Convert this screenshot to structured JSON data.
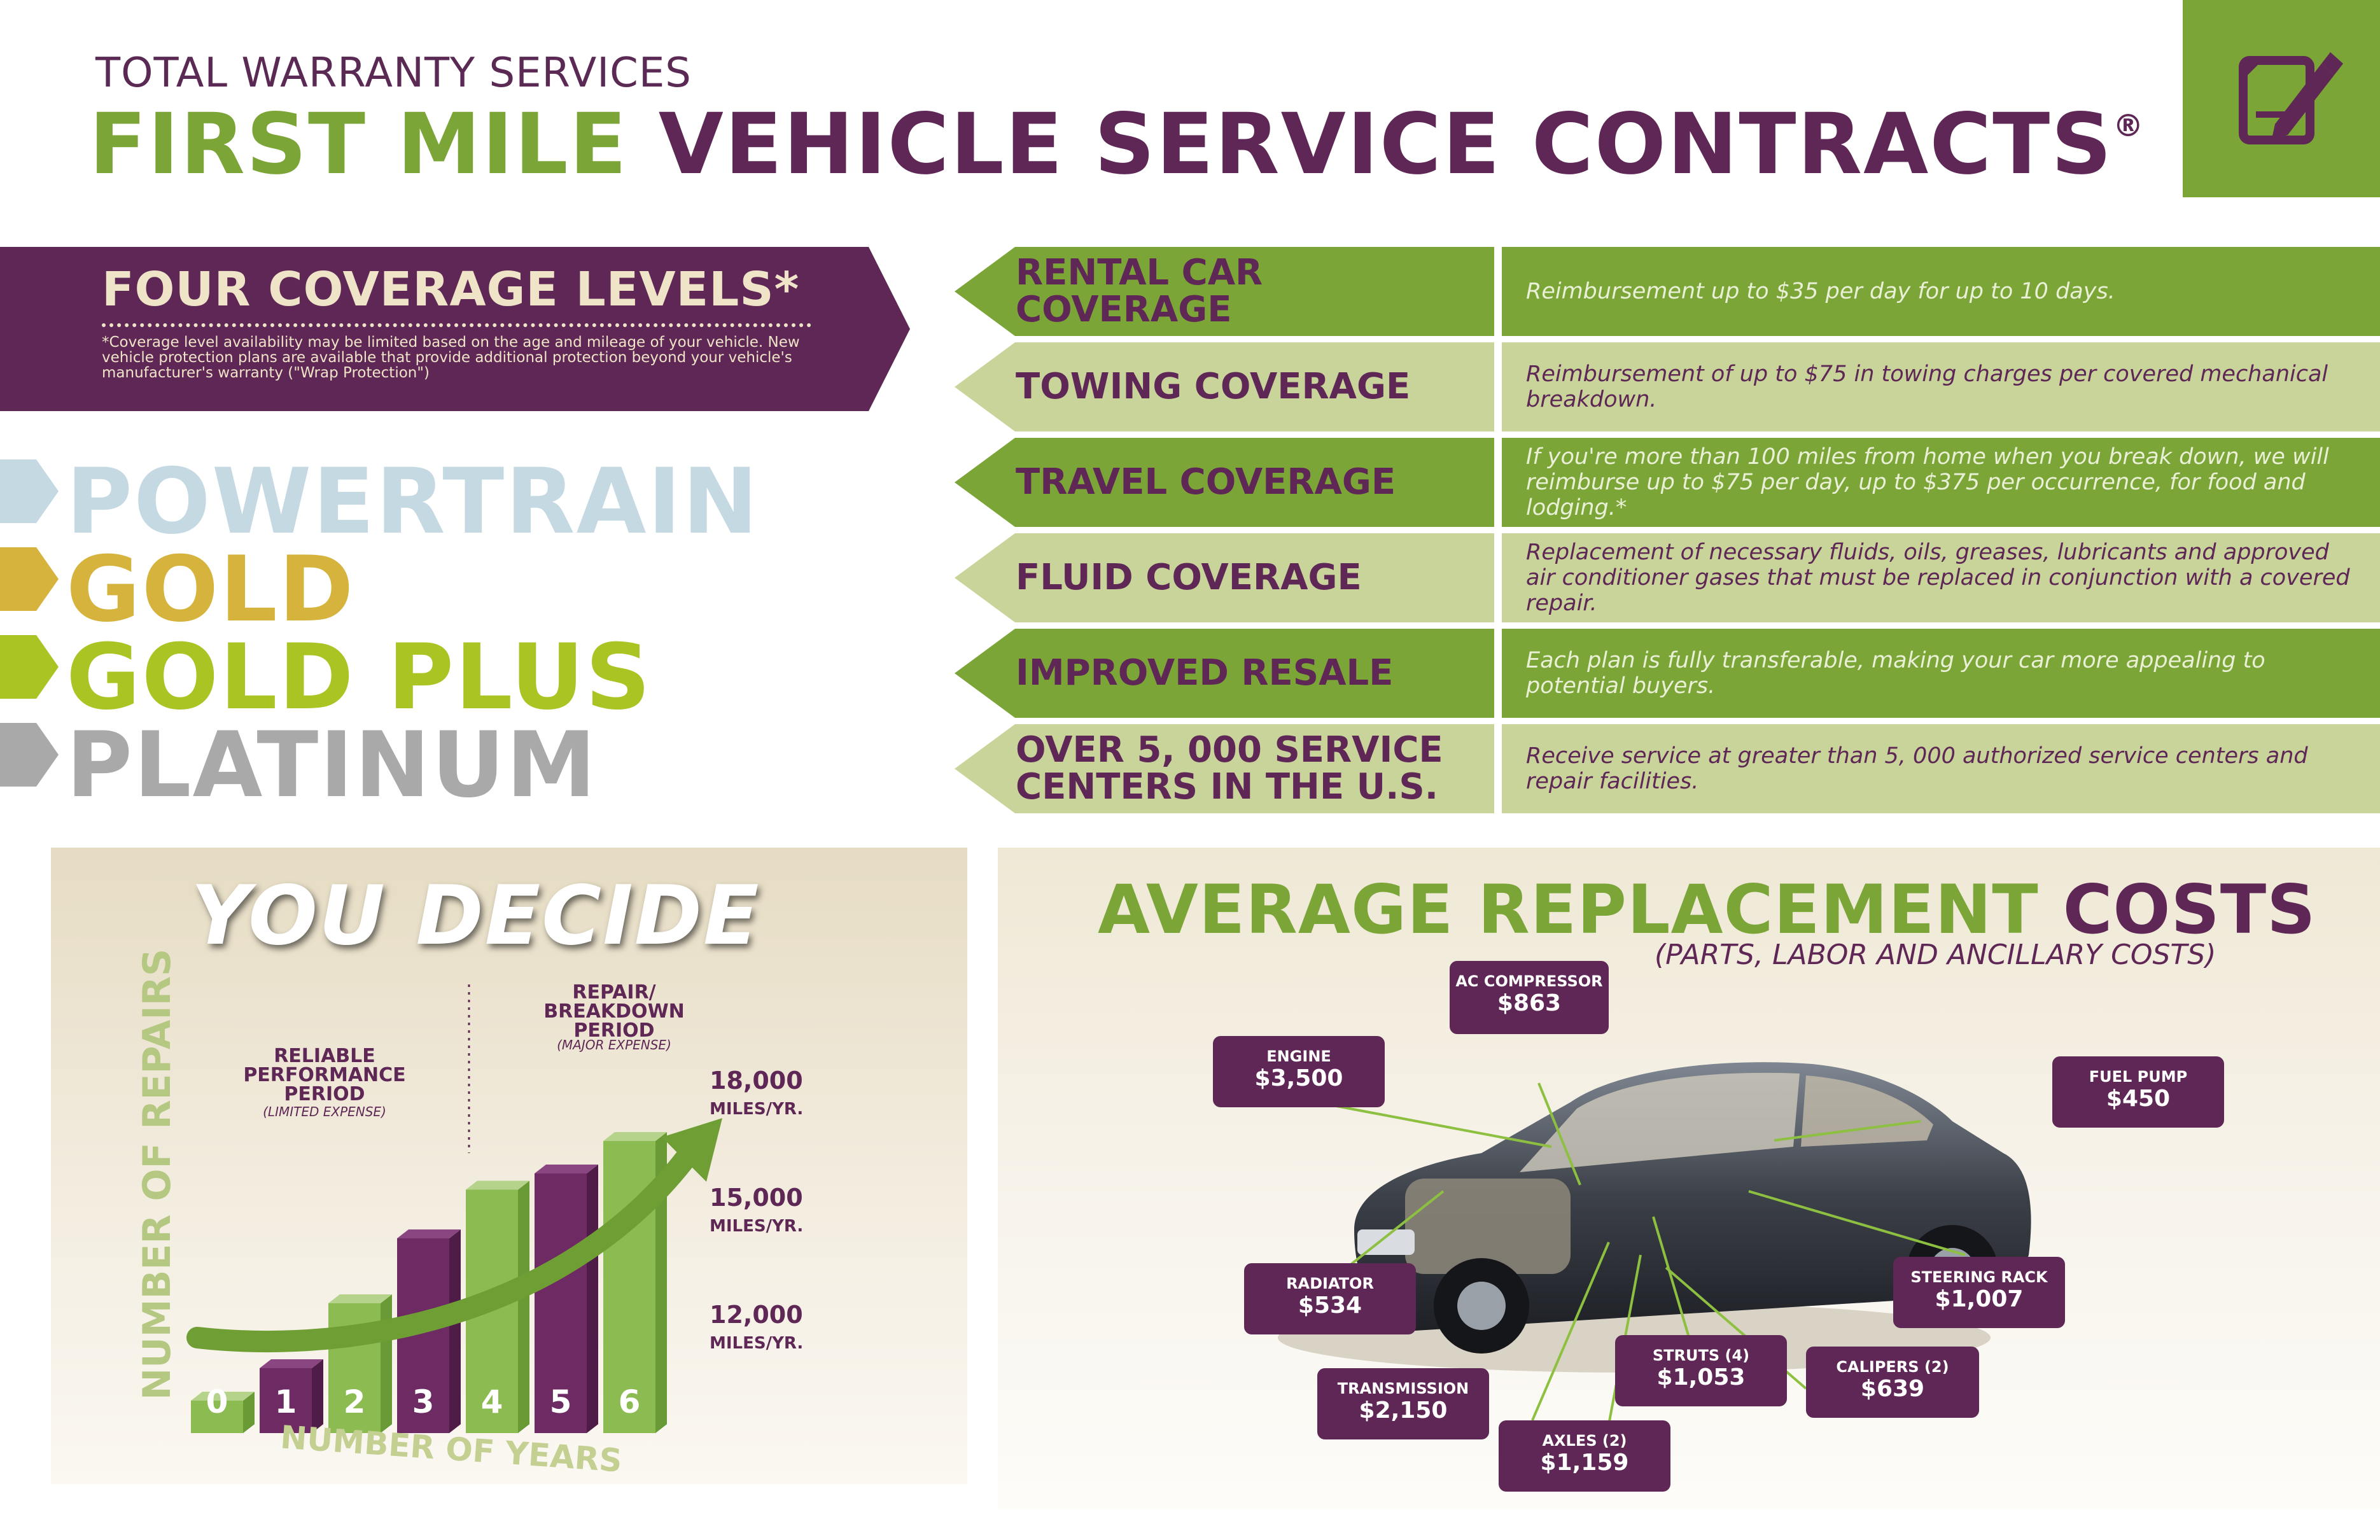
{
  "header": {
    "subtitle": "TOTAL WARRANTY SERVICES",
    "title_green": "FIRST MILE",
    "title_purple": "VEHICLE SERVICE CONTRACTS",
    "registered": "®"
  },
  "levels": {
    "heading": "FOUR COVERAGE LEVELS*",
    "note": "*Coverage level availability may be limited based on the age and mileage of your vehicle. New vehicle protection plans are available that provide additional protection beyond your vehicle's manufacturer's warranty (\"Wrap Protection\")",
    "items": [
      {
        "label": "POWERTRAIN",
        "color": "#c5d9e3"
      },
      {
        "label": "GOLD",
        "color": "#d6b33c"
      },
      {
        "label": "GOLD PLUS",
        "color": "#a9c423"
      },
      {
        "label": "PLATINUM",
        "color": "#a9a9a9"
      }
    ]
  },
  "coverages": [
    {
      "label": "RENTAL CAR COVERAGE",
      "desc": "Reimbursement up to $35 per day for up to 10 days."
    },
    {
      "label": "TOWING COVERAGE",
      "desc": "Reimbursement of up to $75 in towing charges per covered mechanical breakdown."
    },
    {
      "label": "TRAVEL COVERAGE",
      "desc": "If you're more than 100 miles from home when you break down, we will reimburse up to $75 per day, up to $375 per occurrence, for food and lodging.*"
    },
    {
      "label": "FLUID COVERAGE",
      "desc": "Replacement of necessary fluids, oils, greases, lubricants and approved air conditioner gases that must be replaced in conjunction with a covered repair."
    },
    {
      "label": "IMPROVED RESALE",
      "desc": "Each plan is fully transferable, making your car more appealing to potential buyers."
    },
    {
      "label": "OVER 5, 000 SERVICE CENTERS IN THE U.S.",
      "desc": "Receive service at greater than 5, 000 authorized service centers and repair facilities."
    }
  ],
  "decide": {
    "title": "YOU DECIDE",
    "y_title": "NUMBER OF REPAIRS",
    "x_title": "NUMBER OF YEARS",
    "reliable": "RELIABLE PERFORMANCE PERIOD",
    "reliable_sub": "(LIMITED EXPENSE)",
    "repair": "REPAIR/ BREAKDOWN PERIOD",
    "repair_sub": "(MAJOR EXPENSE)",
    "miles": [
      {
        "value": "18,000",
        "unit": "MILES/YR."
      },
      {
        "value": "15,000",
        "unit": "MILES/YR."
      },
      {
        "value": "12,000",
        "unit": "MILES/YR."
      }
    ]
  },
  "chart_data": {
    "type": "bar",
    "categories": [
      "0",
      "1",
      "2",
      "3",
      "4",
      "5",
      "6"
    ],
    "values": [
      1,
      2,
      4,
      6,
      7.5,
      8,
      9
    ],
    "colors": [
      "#8cbb52",
      "#6e2a63",
      "#8cbb52",
      "#6e2a63",
      "#8cbb52",
      "#6e2a63",
      "#8cbb52"
    ],
    "title": "YOU DECIDE",
    "xlabel": "NUMBER OF YEARS",
    "ylabel": "NUMBER OF REPAIRS"
  },
  "costs": {
    "title_green": "AVERAGE REPLACEMENT",
    "title_purple": "COSTS",
    "subtitle": "(PARTS, LABOR AND ANCILLARY COSTS)",
    "parts": [
      {
        "name": "AC COMPRESSOR",
        "cost": "$863"
      },
      {
        "name": "ENGINE",
        "cost": "$3,500"
      },
      {
        "name": "FUEL PUMP",
        "cost": "$450"
      },
      {
        "name": "RADIATOR",
        "cost": "$534"
      },
      {
        "name": "STEERING RACK",
        "cost": "$1,007"
      },
      {
        "name": "STRUTS (4)",
        "cost": "$1,053"
      },
      {
        "name": "CALIPERS (2)",
        "cost": "$639"
      },
      {
        "name": "TRANSMISSION",
        "cost": "$2,150"
      },
      {
        "name": "AXLES (2)",
        "cost": "$1,159"
      }
    ]
  }
}
